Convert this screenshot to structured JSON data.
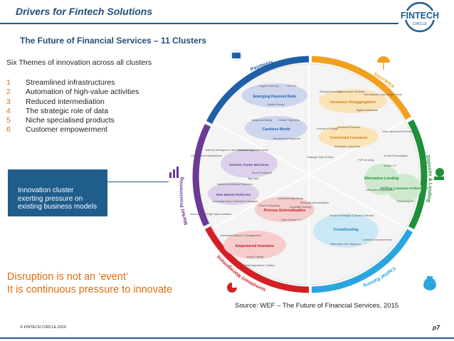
{
  "header": {
    "title": "Drivers for Fintech Solutions",
    "logo_top": "FINTECH",
    "logo_bottom": "CIRCLE"
  },
  "subtitle": "The Future of Financial Services – 11 Clusters",
  "themes": {
    "title": "Six Themes of innovation across all clusters",
    "items": [
      {
        "num": "1",
        "label": "Streamlined infrastructures"
      },
      {
        "num": "2",
        "label": "Automation of high-value activities"
      },
      {
        "num": "3",
        "label": "Reduced intermediation"
      },
      {
        "num": "4",
        "label": "The strategic role of data"
      },
      {
        "num": "5",
        "label": "Niche specialised products"
      },
      {
        "num": "6",
        "label": "Customer empowerment"
      }
    ]
  },
  "callout": {
    "line1": "Innovation cluster",
    "line2": "exerting pressure on",
    "line3": "existing business models"
  },
  "disruption": {
    "line1": "Disruption is not an ‘event’",
    "line2": "It is continuous pressure to innovate"
  },
  "source": "Source: WEF – The Future of Financial Services, 2015",
  "footer": {
    "copyright": "© FINTECH CIRCLE 2016",
    "page": "p7"
  },
  "colors": {
    "title_blue": "#1f4e79",
    "accent_orange": "#e36c0a",
    "payments_blue": "#1f5fa8",
    "insurance_orange": "#f0a020",
    "deposits_green": "#1f8f3a",
    "capital_blue": "#2aa6de",
    "investment_red": "#d31f26",
    "market_purple": "#6a3a96"
  },
  "wheel": {
    "outer_labels": {
      "payments": "Payments",
      "insurance": "Insurance",
      "deposits": "Deposits & Lending",
      "capital": "Capital Raising",
      "investment": "Investment Management",
      "market": "Market Provisioning"
    },
    "clusters": {
      "emerging_payment_rails": "Emerging Payment Rails",
      "cashless_world": "Cashless World",
      "insurance_disaggregation": "Insurance Disaggregation",
      "connected_insurance": "Connected Insurance",
      "alternative_lending": "Alternative Lending",
      "shifting_customer_preferences": "Shifting Customer Preferences",
      "crowdfunding": "Crowdfunding",
      "empowered_investors": "Empowered Investors",
      "process_externalisation": "Process Externalisation",
      "smarter_faster_machines": "Smarter, Faster Machines",
      "new_market_platforms": "New Market Platforms"
    },
    "small_labels": {
      "crypto": "Crypto Currency",
      "p2p_fx": "P2P FX",
      "mobile_money": "Mobile Money",
      "integrated_billing": "Integrated Billing",
      "mobile_payments": "Mobile Payments",
      "streamlined_payments": "Streamlined Payments",
      "sharing_economy": "Sharing Economy",
      "autonomous_vehicles": "Autonomous Vehicles",
      "digital_distribution": "Digital Distribution",
      "securitization": "Securitization and Hedge Funds",
      "internet_of_things": "Internet of Things",
      "advanced_sensors": "Advanced Sensors",
      "wearable_computers": "Wearable Computers",
      "niche_products": "Niche Specialized Products",
      "p2p_lending": "P2P Lending",
      "alternative_adjudication": "Alternative Adjudication",
      "virtual_technologies": "Virtual Technologies",
      "mobile_20": "Mobile 2.0",
      "third_party_api": "Third Party API",
      "strategic_role_data": "Strategic Role of Data",
      "ai": "Artificial Intelligence / Machine Learning",
      "machine_readable_news": "Machine Readable News",
      "social_sentiment": "Social Sentiment",
      "big_data": "Big Data",
      "streamlined_infrastructure": "Streamlined Infrastructure",
      "market_info_platforms": "Market Information Platforms",
      "automated_data": "Automated Data Collection & Analysis",
      "reduced_intermediation": "Reduced Intermediation",
      "virtual_exchanges": "Virtual Exchanges & Smart Contracts",
      "alternative_due_diligence": "Alternative Due Diligence",
      "customer_empowerment": "Customer Empowerment",
      "automation_high_value": "Automation of High Value Activities",
      "automated_advice": "Automated Advice & Management",
      "social_trading": "Social Trading",
      "retail_algorithmic": "Retail Algorithmic Trading",
      "advanced_algorithms": "Advanced Algorithms",
      "cloud_computing": "Cloud Computing",
      "capability_sharing": "Capability Sharing",
      "open_source": "Open Source & IT"
    }
  }
}
